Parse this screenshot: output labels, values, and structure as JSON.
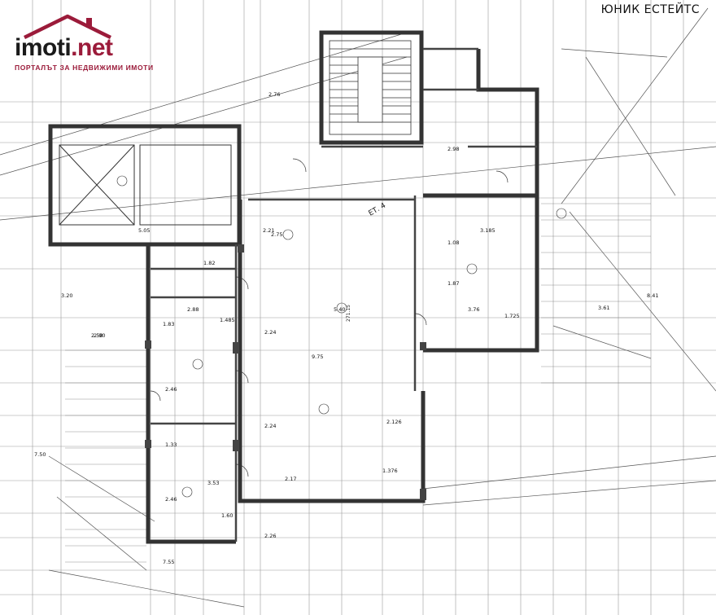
{
  "header": {
    "logo_name": "imoti",
    "logo_tld": ".net",
    "logo_tagline": "ПОРТАЛЪТ ЗА НЕДВИЖИМИ ИМОТИ",
    "agency": "ЮНИК ЕСТЕЙТС"
  },
  "plan": {
    "area_label": "271.15",
    "floor_tag": "ЕТ. 4",
    "dimensions": [
      "2.76",
      "2.75",
      "2.21",
      "5.40",
      "9.75",
      "2.24",
      "2.24",
      "2.17",
      "2.126",
      "1.376",
      "3.185",
      "1.87",
      "1.08",
      "3.76",
      "1.725",
      "2.98",
      "3.20",
      "2.50",
      "7.50",
      "7.55",
      "1.82",
      "1.485",
      "1.83",
      "2.46",
      "1.33",
      "3.53",
      "2.46",
      "1.60",
      "2.26",
      "8.41",
      "3.61",
      "2.88",
      "5.05",
      "2.90"
    ]
  },
  "colors": {
    "brand": "#9b1b3a",
    "line": "#222222",
    "wall": "#555555"
  }
}
